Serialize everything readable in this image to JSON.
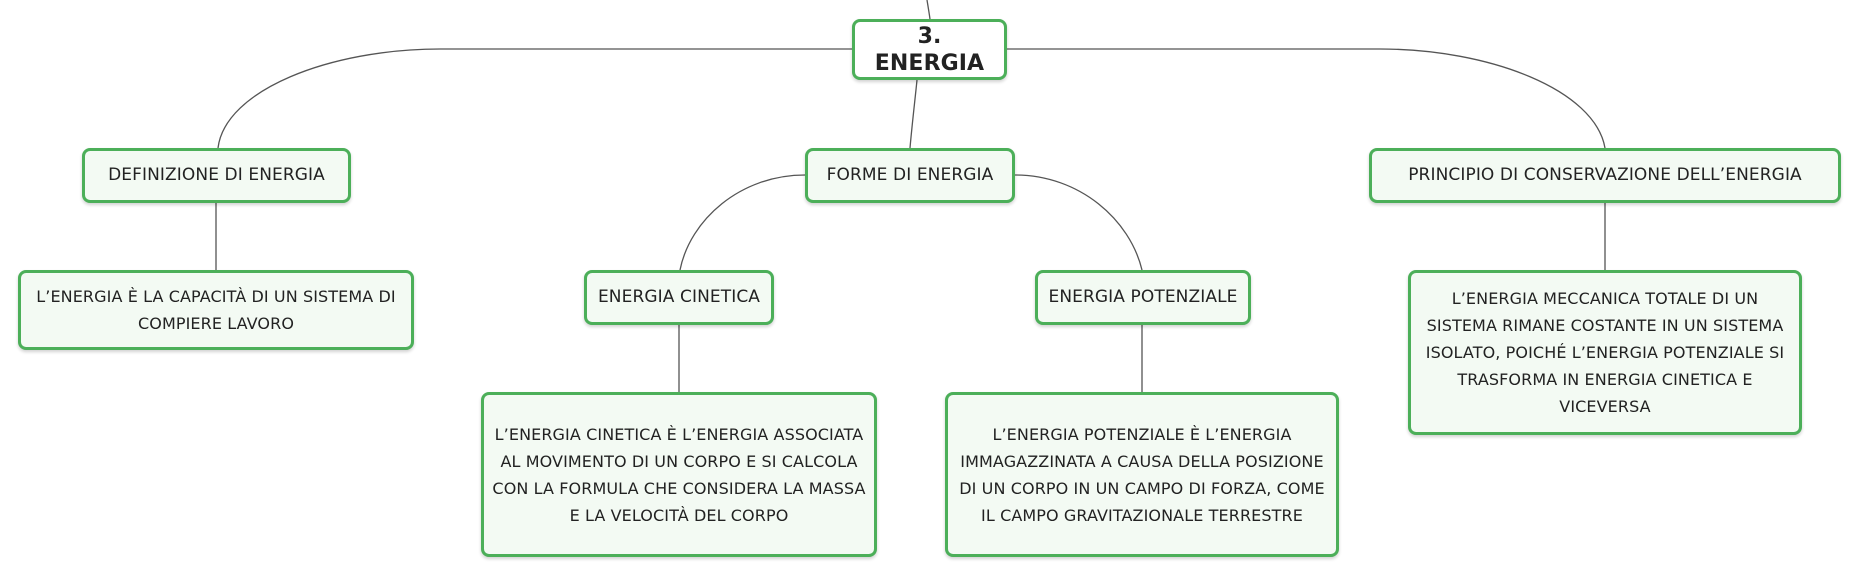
{
  "map": {
    "root": {
      "label": "3. ENERGIA"
    },
    "definizione": {
      "label": "DEFINIZIONE DI ENERGIA",
      "detail": "L’ENERGIA È LA CAPACITÀ DI UN SISTEMA DI COMPIERE LAVORO"
    },
    "forme": {
      "label": "FORME DI ENERGIA",
      "cinetica": {
        "label": "ENERGIA CINETICA",
        "detail": "L’ENERGIA CINETICA È L’ENERGIA ASSOCIATA AL MOVIMENTO DI UN CORPO E SI CALCOLA CON LA FORMULA CHE CONSIDERA LA MASSA E LA VELOCITÀ DEL CORPO"
      },
      "potenziale": {
        "label": "ENERGIA POTENZIALE",
        "detail": "L’ENERGIA POTENZIALE È L’ENERGIA IMMAGAZZINATA A CAUSA DELLA POSIZIONE DI UN CORPO IN UN CAMPO DI FORZA, COME IL CAMPO GRAVITAZIONALE TERRESTRE"
      }
    },
    "principio": {
      "label": "PRINCIPIO DI CONSERVAZIONE DELL’ENERGIA",
      "detail": "L’ENERGIA MECCANICA TOTALE DI UN SISTEMA RIMANE COSTANTE IN UN SISTEMA ISOLATO, POICHÉ L’ENERGIA POTENZIALE SI TRASFORMA IN ENERGIA CINETICA E VICEVERSA"
    }
  },
  "colors": {
    "node_border": "#4caf59",
    "node_fill": "#f3faf3",
    "connector": "#555555"
  }
}
